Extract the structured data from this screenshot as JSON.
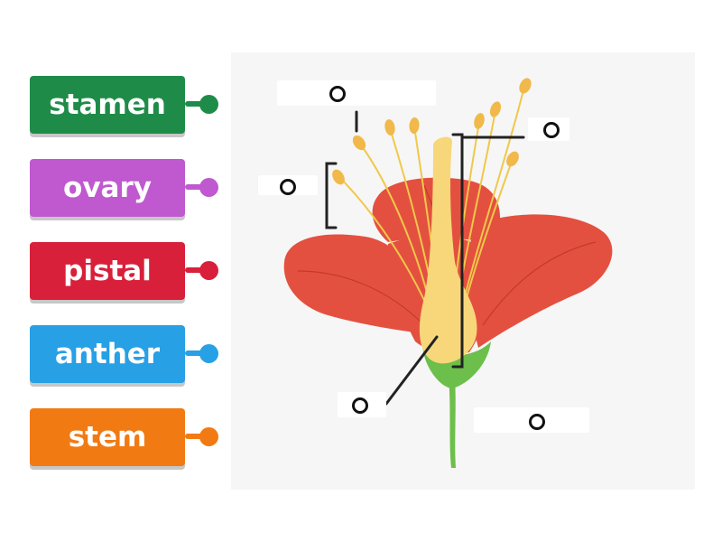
{
  "labels": [
    {
      "text": "stamen",
      "color": "#1e8c48",
      "dot_color": "#1e8c48"
    },
    {
      "text": "ovary",
      "color": "#c058d0",
      "dot_color": "#c058d0"
    },
    {
      "text": "pistal",
      "color": "#d8203a",
      "dot_color": "#d8203a"
    },
    {
      "text": "anther",
      "color": "#27a0e6",
      "dot_color": "#27a0e6"
    },
    {
      "text": "stem",
      "color": "#f27a12",
      "dot_color": "#f27a12"
    }
  ],
  "colors": {
    "petal": "#e4503f",
    "petal_dark": "#c23a2c",
    "pistil": "#f7d77a",
    "filament": "#f0c84a",
    "anther": "#f0b94a",
    "stem": "#6cbf4a",
    "leader_line": "#222222"
  }
}
